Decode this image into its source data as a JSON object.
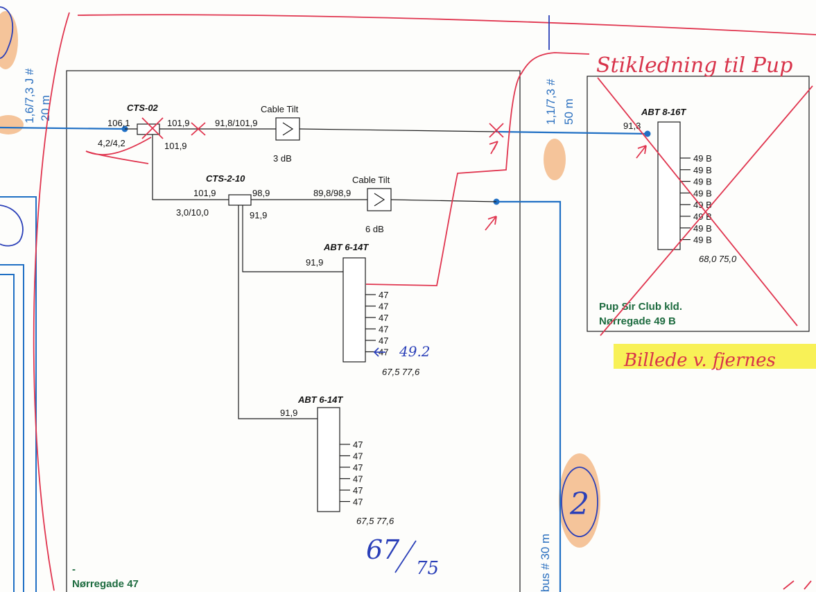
{
  "colors": {
    "line": "#1a1a1a",
    "coax_blue": "#1f6fc4",
    "red_pen": "#e0344e",
    "blue_pen": "#2a3fb8",
    "label_green": "#1d6b3f",
    "highlight_yellow": "#f7ee3a",
    "orange_marker": "#f2b079"
  },
  "left_cable": {
    "label": "1,6/7,3 J #",
    "length": "20 m"
  },
  "cts02": {
    "name": "CTS-02",
    "in_level": "106,1",
    "attenuation": "4,2/4,2",
    "out_right": "101,9",
    "out_down": "101,9"
  },
  "tilt1": {
    "label": "Cable Tilt",
    "level": "91,8/101,9",
    "value": "3 dB"
  },
  "cts210": {
    "name": "CTS-2-10",
    "in_level": "101,9",
    "attenuation": "3,0/10,0",
    "out_right": "98,9",
    "out_down": "91,9"
  },
  "tilt2": {
    "label": "Cable Tilt",
    "level": "89,8/98,9",
    "value": "6 dB"
  },
  "abt1": {
    "name": "ABT 6-14T",
    "level": "91,9",
    "outputs": [
      "47",
      "47",
      "47",
      "47",
      "47",
      "47"
    ],
    "summary": "67,5 77,6"
  },
  "abt2": {
    "name": "ABT 6-14T",
    "level": "91,9",
    "outputs": [
      "47",
      "47",
      "47",
      "47",
      "47",
      "47"
    ],
    "summary": "67,5 77,6"
  },
  "right_cable": {
    "label": "1,1/7,3 #",
    "length": "50 m"
  },
  "abt3": {
    "name": "ABT 8-16T",
    "level": "91,3",
    "outputs": [
      "49 B",
      "49 B",
      "49 B",
      "49 B",
      "49 B",
      "49 B",
      "49 B",
      "49 B"
    ],
    "summary": "68,0 75,0"
  },
  "pup_box": {
    "line1": "Pup Sir Club kld.",
    "line2": "Nørregade 49 B"
  },
  "main_box": {
    "dash": "-",
    "address": "Nørregade 47"
  },
  "bus_cable": {
    "label": "bus # 30 m"
  },
  "handwriting": {
    "stikledning": "Stikledning til Pup",
    "billede": "Billede v. fjernes",
    "measured": "49.2",
    "ratio_top": "67",
    "ratio_bottom": "75",
    "circle_number": "2"
  }
}
